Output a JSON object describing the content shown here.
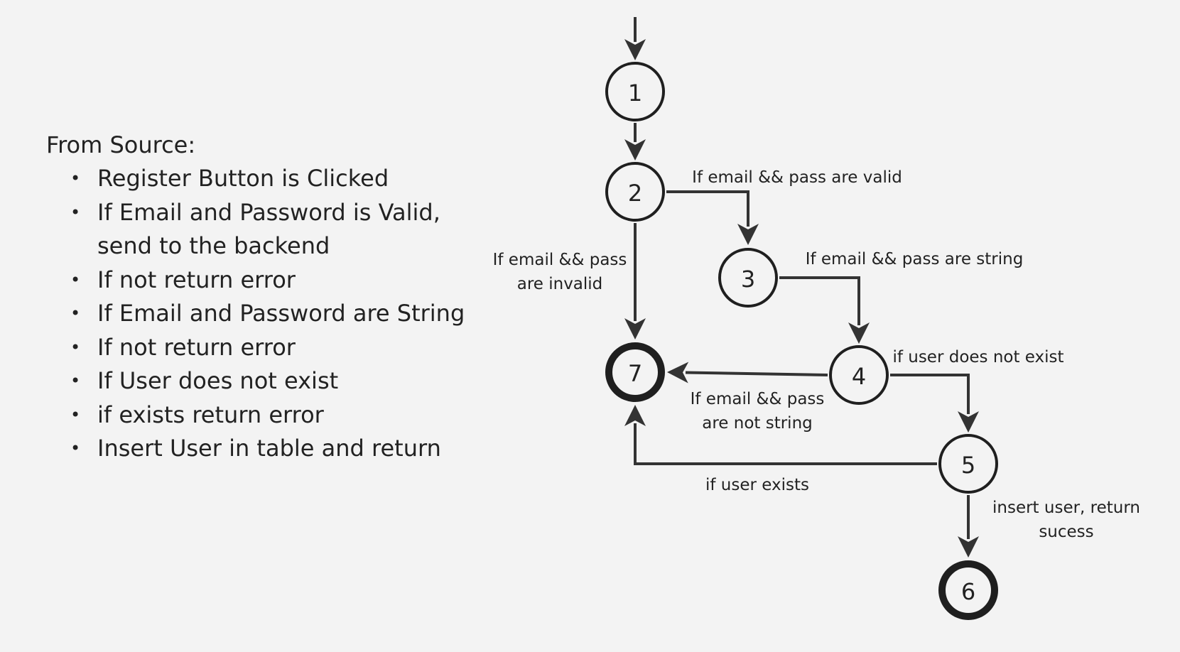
{
  "notes": {
    "title": "From Source:",
    "items": [
      "Register Button is Clicked",
      "If Email and Password is Valid, send to the backend",
      "If not return error",
      "If Email and Password are String",
      "If not return error",
      "If User does not exist",
      "if exists return error",
      "Insert User in table and return"
    ]
  },
  "diagram": {
    "nodes": [
      {
        "id": "1",
        "label": "1",
        "terminal": false
      },
      {
        "id": "2",
        "label": "2",
        "terminal": false
      },
      {
        "id": "3",
        "label": "3",
        "terminal": false
      },
      {
        "id": "4",
        "label": "4",
        "terminal": false
      },
      {
        "id": "5",
        "label": "5",
        "terminal": false
      },
      {
        "id": "6",
        "label": "6",
        "terminal": true
      },
      {
        "id": "7",
        "label": "7",
        "terminal": true
      }
    ],
    "edges": [
      {
        "from": "start",
        "to": "1",
        "label": []
      },
      {
        "from": "1",
        "to": "2",
        "label": []
      },
      {
        "from": "2",
        "to": "3",
        "label": [
          "If email && pass are valid"
        ]
      },
      {
        "from": "2",
        "to": "7",
        "label": [
          "If email && pass",
          "are invalid"
        ]
      },
      {
        "from": "3",
        "to": "4",
        "label": [
          "If email && pass are string"
        ]
      },
      {
        "from": "4",
        "to": "7",
        "label": [
          "If email && pass",
          "are not string"
        ]
      },
      {
        "from": "4",
        "to": "5",
        "label": [
          "if user does not exist"
        ]
      },
      {
        "from": "5",
        "to": "7",
        "label": [
          "if user exists"
        ]
      },
      {
        "from": "5",
        "to": "6",
        "label": [
          "insert user, return",
          "sucess"
        ]
      }
    ]
  }
}
